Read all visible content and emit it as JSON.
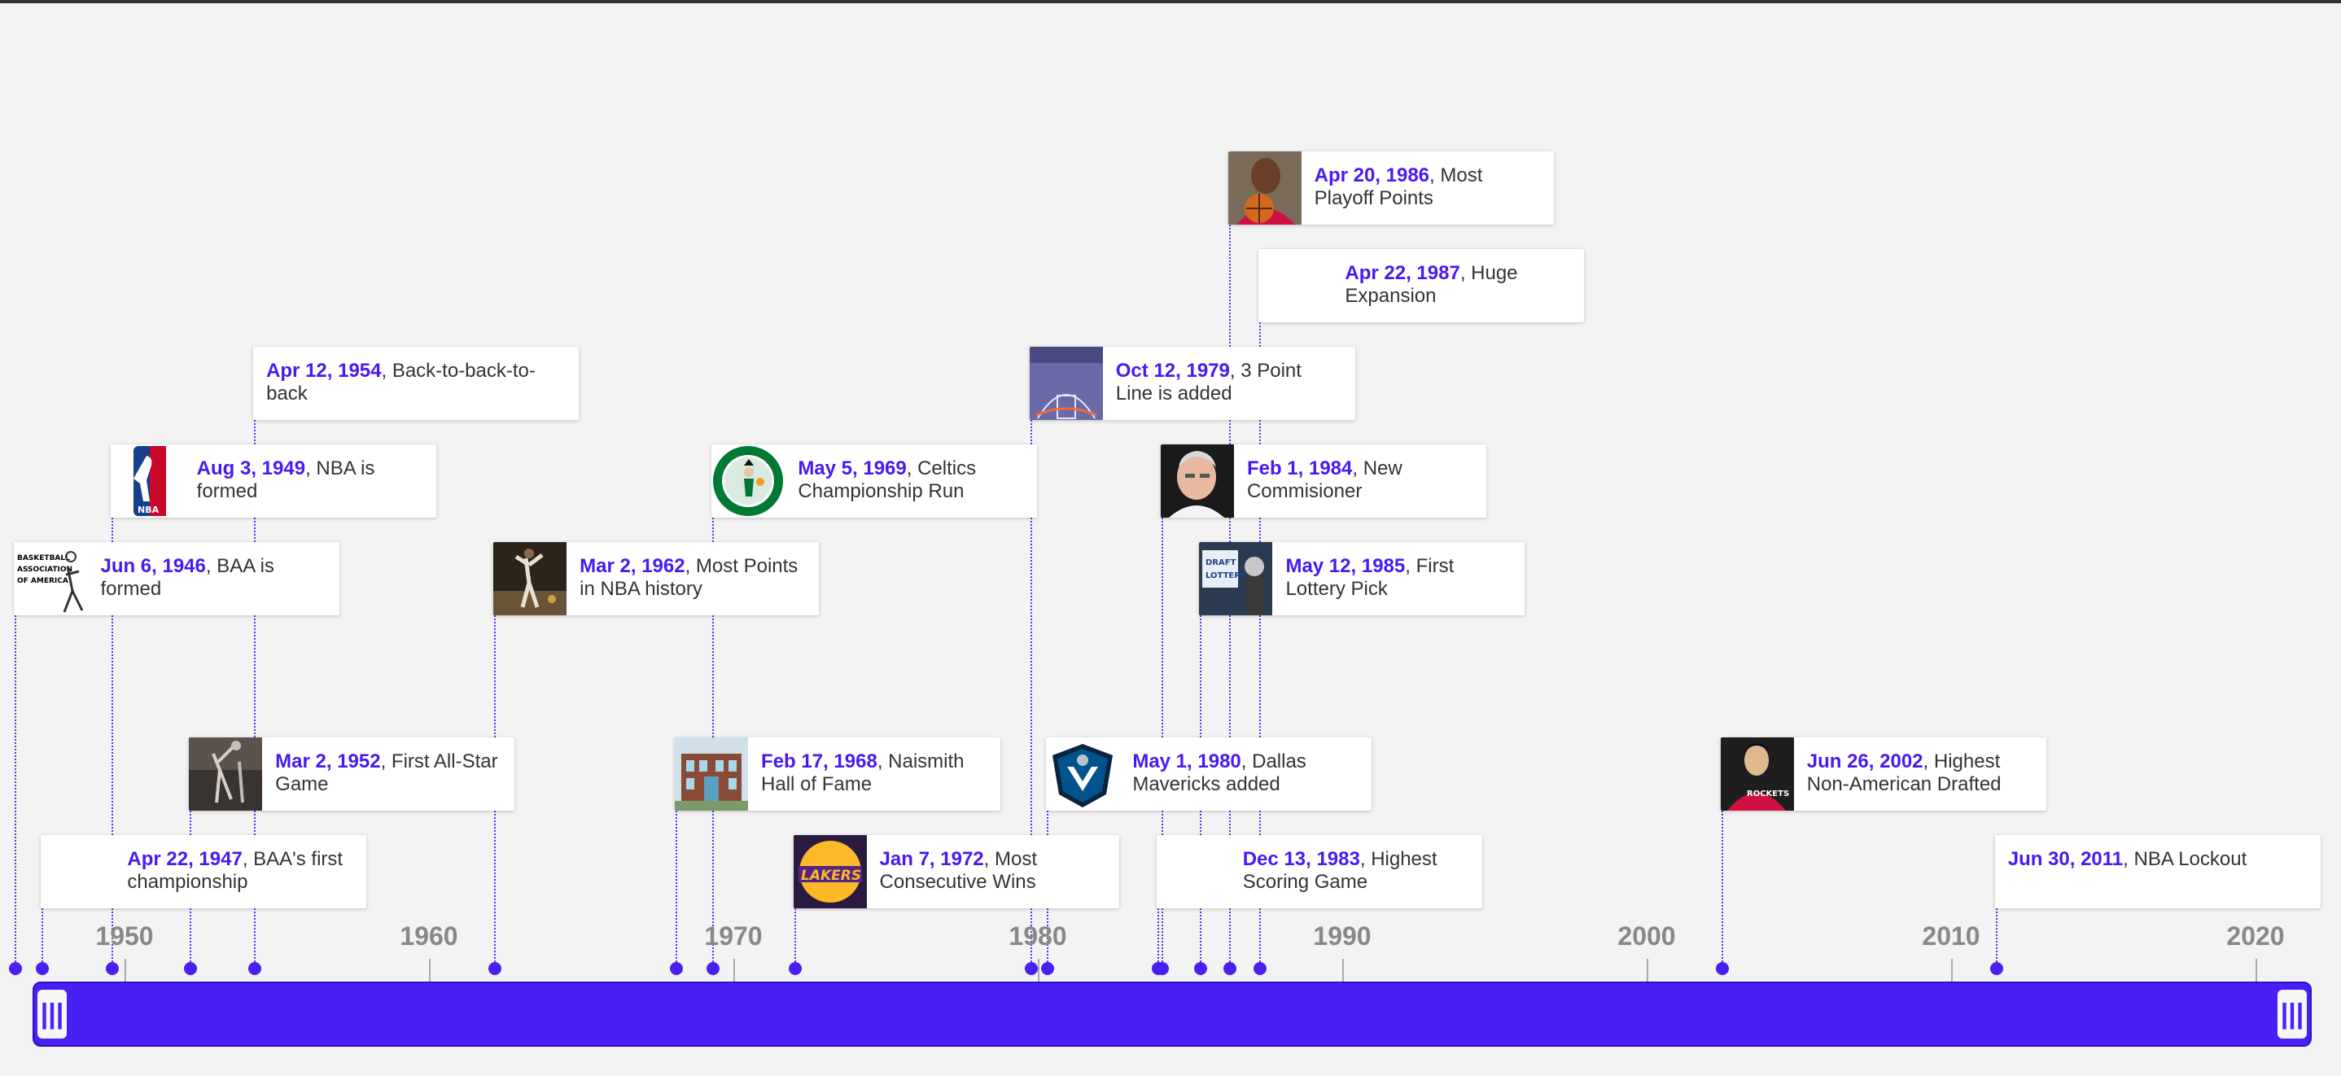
{
  "events": [
    {
      "id": "baa-formed",
      "date": "Jun 6, 1946",
      "title": "BAA is formed",
      "year": 1946.43,
      "row": 3,
      "thumb": "baa-logo-icon"
    },
    {
      "id": "baa-championship",
      "date": "Apr 22, 1947",
      "title": "BAA's first championship",
      "year": 1947.31,
      "row": 0,
      "thumb": null
    },
    {
      "id": "nba-formed",
      "date": "Aug 3, 1949",
      "title": "NBA is formed",
      "year": 1949.59,
      "row": 4,
      "thumb": "nba-logo-icon"
    },
    {
      "id": "first-all-star",
      "date": "Mar 2, 1952",
      "title": "First All-Star Game",
      "year": 1952.17,
      "row": 1,
      "thumb": "all-star-photo-icon"
    },
    {
      "id": "back-to-back",
      "date": "Apr 12, 1954",
      "title": "Back-to-back-to-back",
      "year": 1954.28,
      "row": 5,
      "thumb": null
    },
    {
      "id": "most-points",
      "date": "Mar 2, 1962",
      "title": "Most Points in NBA history",
      "year": 1962.17,
      "row": 3,
      "thumb": "wilt-photo-icon"
    },
    {
      "id": "hall-of-fame",
      "date": "Feb 17, 1968",
      "title": "Naismith Hall of Fame",
      "year": 1968.13,
      "row": 1,
      "thumb": "hall-building-icon"
    },
    {
      "id": "celtics-run",
      "date": "May 5, 1969",
      "title": "Celtics Championship Run",
      "year": 1969.34,
      "row": 4,
      "thumb": "celtics-logo-icon"
    },
    {
      "id": "consecutive-wins",
      "date": "Jan 7, 1972",
      "title": "Most Consecutive Wins",
      "year": 1972.02,
      "row": 0,
      "thumb": "lakers-logo-icon"
    },
    {
      "id": "three-point",
      "date": "Oct 12, 1979",
      "title": "3 Point Line is added",
      "year": 1979.78,
      "row": 5,
      "thumb": "court-icon"
    },
    {
      "id": "mavericks",
      "date": "May 1, 1980",
      "title": "Dallas Mavericks added",
      "year": 1980.33,
      "row": 1,
      "thumb": "mavericks-logo-icon"
    },
    {
      "id": "highest-scoring",
      "date": "Dec 13, 1983",
      "title": "Highest Scoring Game",
      "year": 1983.95,
      "row": 0,
      "thumb": null
    },
    {
      "id": "commissioner",
      "date": "Feb 1, 1984",
      "title": "New Commisioner",
      "year": 1984.09,
      "row": 4,
      "thumb": "stern-photo-icon"
    },
    {
      "id": "lottery",
      "date": "May 12, 1985",
      "title": "First Lottery Pick",
      "year": 1985.36,
      "row": 3,
      "thumb": "lottery-photo-icon"
    },
    {
      "id": "playoff-points",
      "date": "Apr 20, 1986",
      "title": "Most Playoff Points",
      "year": 1986.3,
      "row": 7,
      "thumb": "jordan-photo-icon"
    },
    {
      "id": "expansion",
      "date": "Apr 22, 1987",
      "title": "Huge Expansion",
      "year": 1987.31,
      "row": 6,
      "thumb": null
    },
    {
      "id": "non-american",
      "date": "Jun 26, 2002",
      "title": "Highest Non-American Drafted",
      "year": 2002.48,
      "row": 1,
      "thumb": "yao-photo-icon"
    },
    {
      "id": "lockout",
      "date": "Jun 30, 2011",
      "title": "NBA Lockout",
      "year": 2011.49,
      "row": 0,
      "thumb": null
    }
  ],
  "axis": {
    "ticks": [
      "1950",
      "1960",
      "1970",
      "1980",
      "1990",
      "2000",
      "2010",
      "2020"
    ],
    "tick_years": [
      1950,
      1960,
      1970,
      1980,
      1990,
      2000,
      2010,
      2020
    ]
  },
  "range_slider": {
    "handle_glyph": "|||"
  },
  "colors": {
    "accent": "#4a1ff5",
    "date_text": "#4a19f2",
    "card_bg": "#ffffff",
    "page_bg": "#f3f3f3"
  }
}
